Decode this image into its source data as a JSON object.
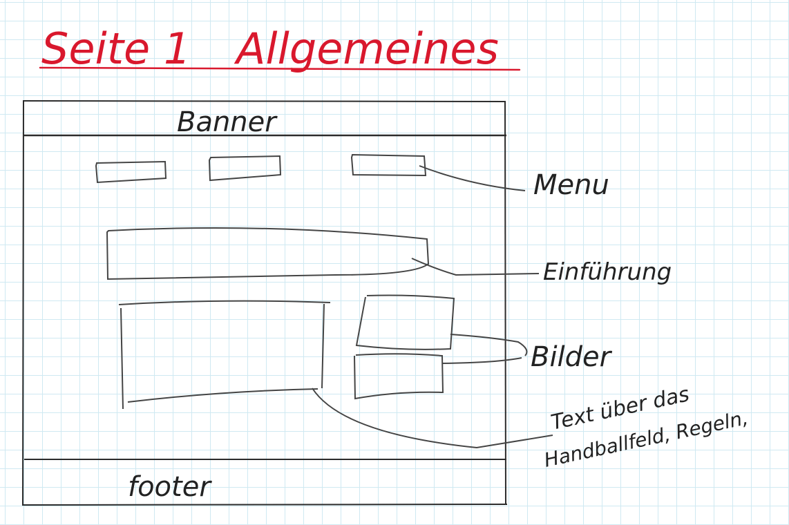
{
  "page": {
    "title_number": "Seite 1",
    "title_name": "Allgemeines",
    "accent_color": "#d9182d",
    "ink_color": "#222222",
    "grid_color": "#cfe9f2"
  },
  "wireframe": {
    "banner_label": "Banner",
    "footer_label": "footer"
  },
  "annotations": {
    "menu": "Menu",
    "intro": "Einführung",
    "images": "Bilder",
    "text_line1": "Text über das",
    "text_line2": "Handballfeld, Regeln,"
  }
}
